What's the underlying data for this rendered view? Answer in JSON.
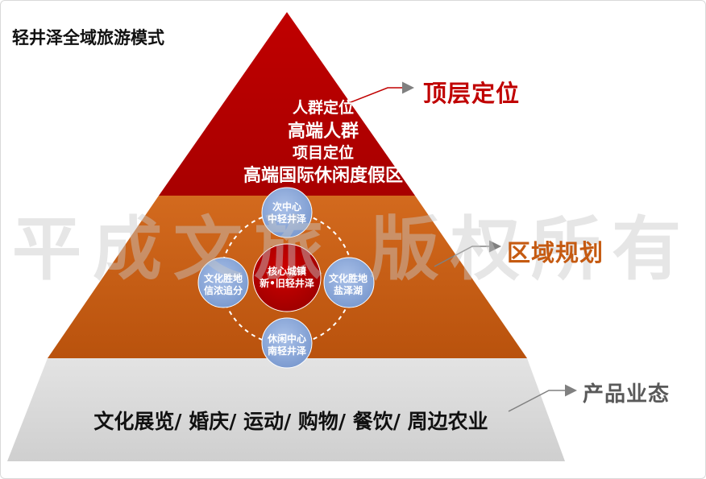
{
  "title": "轻井泽全域旅游模式",
  "levels": {
    "top": "顶层定位",
    "middle": "区域规划",
    "bottom": "产品业态"
  },
  "top_section": {
    "line1": "人群定位",
    "line2": "高端人群",
    "line3": "项目定位",
    "line4": "高端国际休闲度假区"
  },
  "middle_section": {
    "core": {
      "line1": "核心城镇",
      "line2": "新•旧轻井泽"
    },
    "top_node": {
      "line1": "次中心",
      "line2": "中轻井泽"
    },
    "left_node": {
      "line1": "文化胜地",
      "line2": "信浓追分"
    },
    "right_node": {
      "line1": "文化胜地",
      "line2": "盐泽湖"
    },
    "bottom_node": {
      "line1": "休闲中心",
      "line2": "南轻井泽"
    }
  },
  "bottom_section": {
    "text": "文化展览/ 婚庆/ 运动/ 购物/ 餐饮/ 周边农业"
  },
  "watermark": "平成文旅 版权所有",
  "colors": {
    "top_tier": "#c00000",
    "middle_tier": "#c55a11",
    "bottom_tier": "#d9d9d9",
    "core_circle": "#c00000",
    "satellite_circle": "#8eaadb",
    "arrow": "#808080"
  }
}
